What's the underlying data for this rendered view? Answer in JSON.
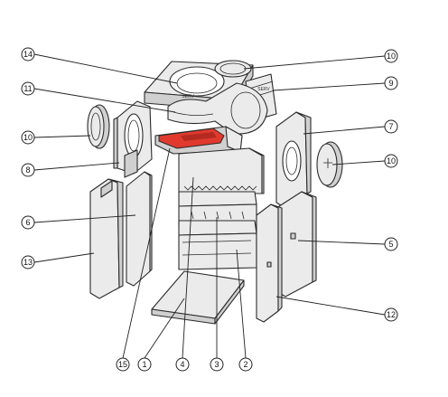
{
  "diagram": {
    "callouts": [
      {
        "id": "c14",
        "label": "14"
      },
      {
        "id": "c11",
        "label": "11"
      },
      {
        "id": "c10a",
        "label": "10"
      },
      {
        "id": "c8",
        "label": "8"
      },
      {
        "id": "c6",
        "label": "6"
      },
      {
        "id": "c13",
        "label": "13"
      },
      {
        "id": "c10b",
        "label": "10"
      },
      {
        "id": "c9",
        "label": "9"
      },
      {
        "id": "c7",
        "label": "7"
      },
      {
        "id": "c10c",
        "label": "10"
      },
      {
        "id": "c5",
        "label": "5"
      },
      {
        "id": "c12",
        "label": "12"
      },
      {
        "id": "c15",
        "label": "15"
      },
      {
        "id": "c1",
        "label": "1"
      },
      {
        "id": "c4",
        "label": "4"
      },
      {
        "id": "c3",
        "label": "3"
      },
      {
        "id": "c2",
        "label": "2"
      }
    ],
    "colors": {
      "highlight": "#e03a2e",
      "part_fill": "#ebebeb",
      "outline": "#2a2a2a"
    }
  }
}
